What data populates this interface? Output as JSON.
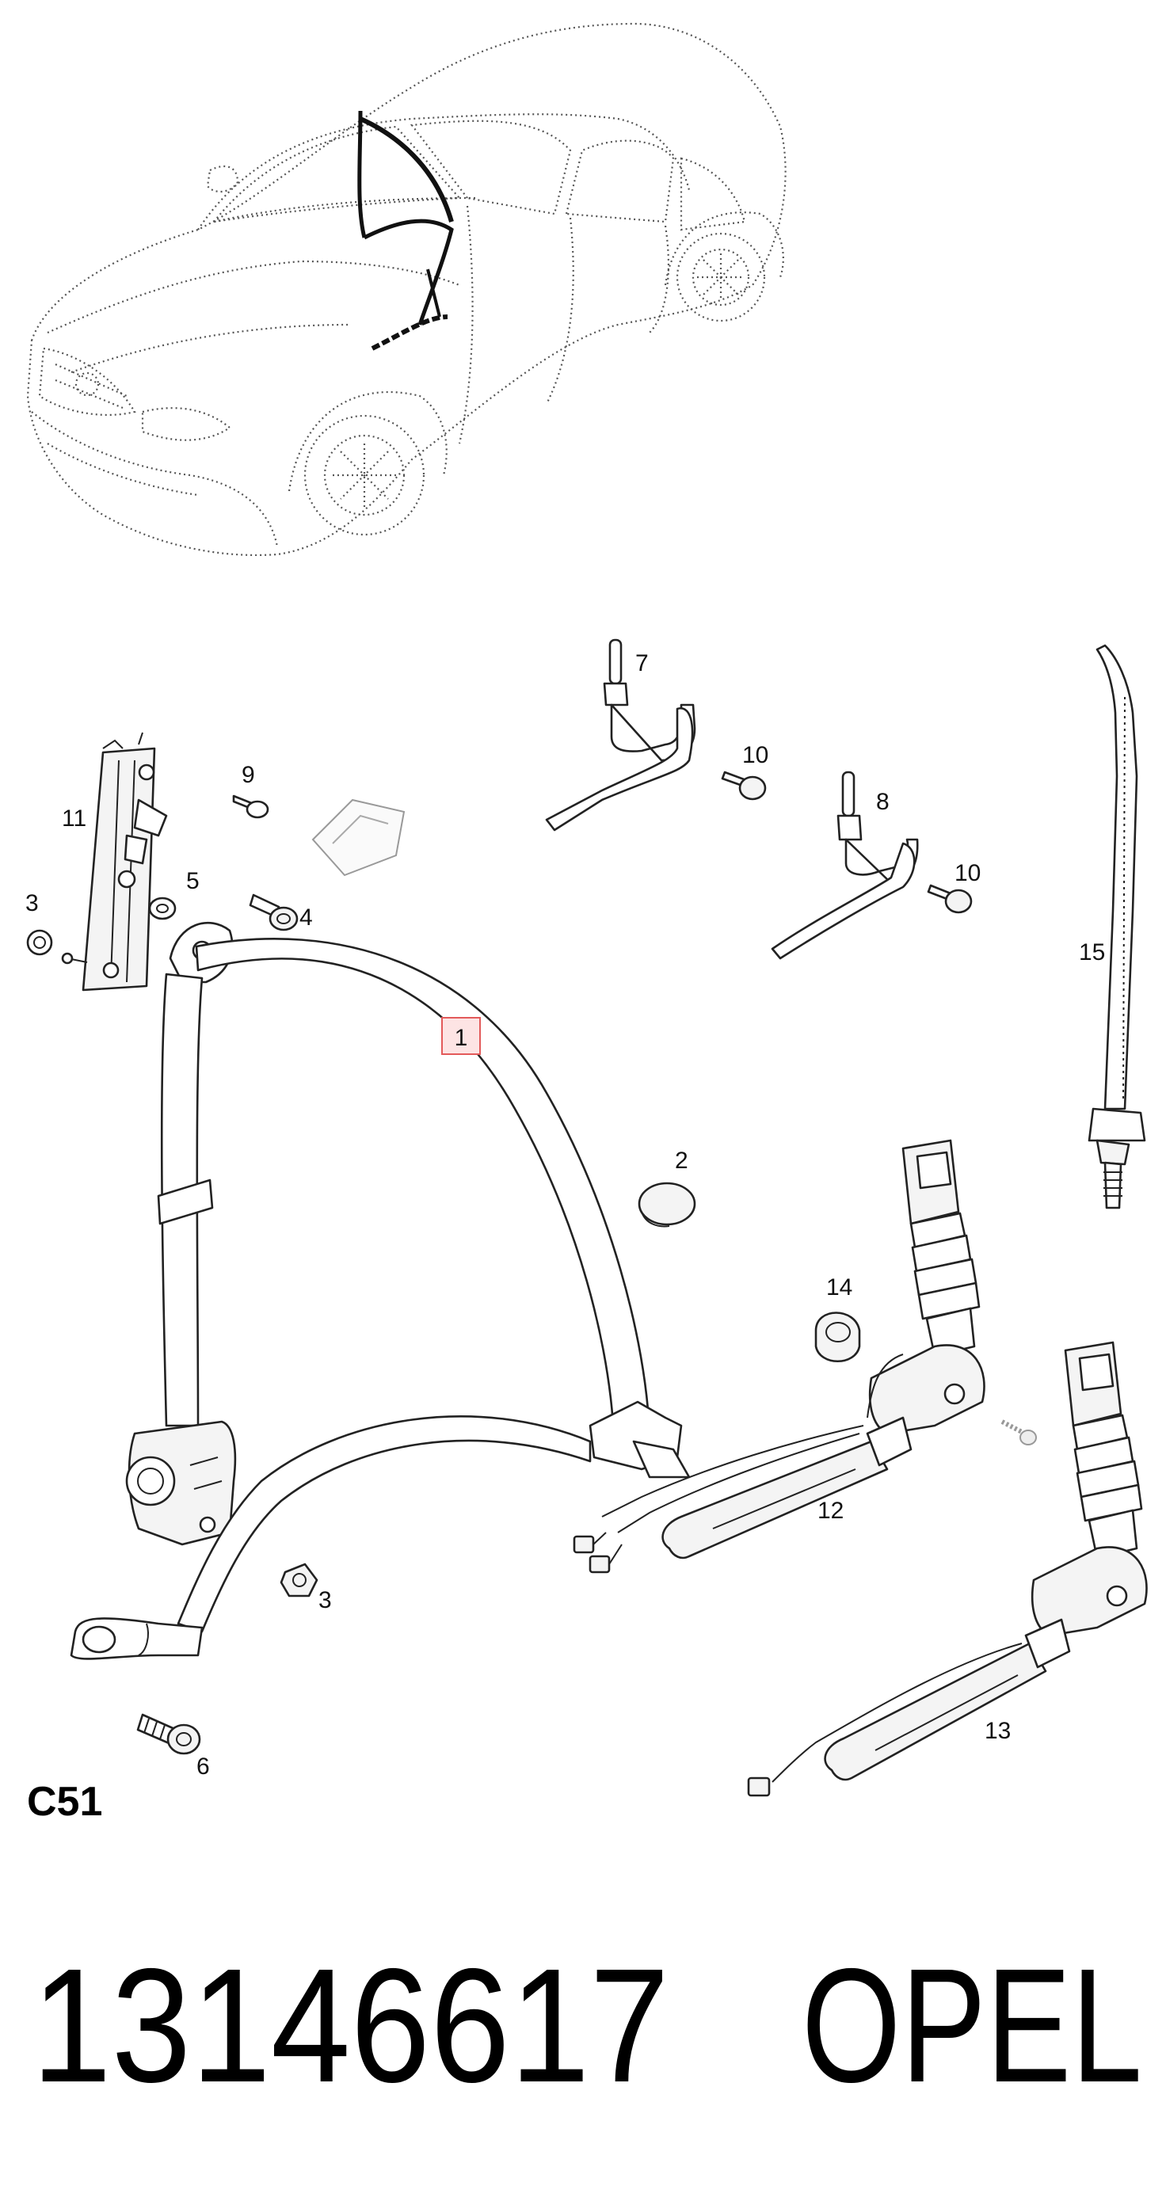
{
  "diagram_code": "C51",
  "part_number": "13146617",
  "brand": "OPEL",
  "highlighted_callout": "1",
  "highlight_color": "#e35a5a",
  "callouts": {
    "c1": "1",
    "c2": "2",
    "c3a": "3",
    "c3b": "3",
    "c4": "4",
    "c5": "5",
    "c6": "6",
    "c7": "7",
    "c8": "8",
    "c9": "9",
    "c10a": "10",
    "c10b": "10",
    "c11": "11",
    "c12": "12",
    "c13": "13",
    "c14": "14",
    "c15": "15"
  }
}
